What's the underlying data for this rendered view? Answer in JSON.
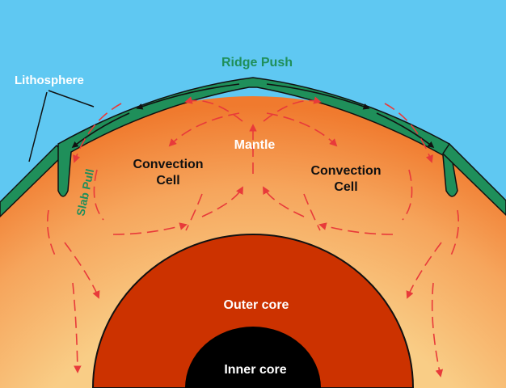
{
  "labels": {
    "ridge_push": "Ridge Push",
    "lithosphere": "Lithosphere",
    "mantle": "Mantle",
    "convection_cell": "Convection",
    "cell": "Cell",
    "slab_pull": "Slab Pull",
    "outer_core": "Outer core",
    "inner_core": "Inner core"
  },
  "colors": {
    "sky": "#5fc8f2",
    "mantle_outer": "#f2873a",
    "mantle_inner": "#f8c47a",
    "lithosphere": "#1f8f5a",
    "outer_core": "#cc3200",
    "inner_core": "#000000",
    "arrows": "#e83a3a",
    "ridge_label": "#1f8f5a",
    "mantle_label": "#ffffff"
  }
}
